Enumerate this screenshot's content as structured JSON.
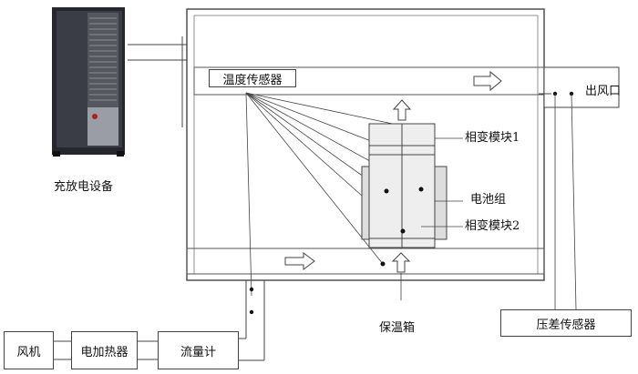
{
  "labels": {
    "charger": "充放电设备",
    "temp_sensor": "温度传感器",
    "outlet": "出风口",
    "pcm1": "相变模块1",
    "battery": "电池组",
    "pcm2": "相变模块2",
    "insulation_box": "保温箱",
    "pressure_sensor": "压差传感器",
    "fan": "风机",
    "heater": "电加热器",
    "flowmeter": "流量计"
  },
  "colors": {
    "line": "#444444",
    "cabinet_dark": "#26262c",
    "cabinet_mid": "#3a3c46",
    "module_fill": "#eeeeee",
    "background": "#ffffff"
  }
}
